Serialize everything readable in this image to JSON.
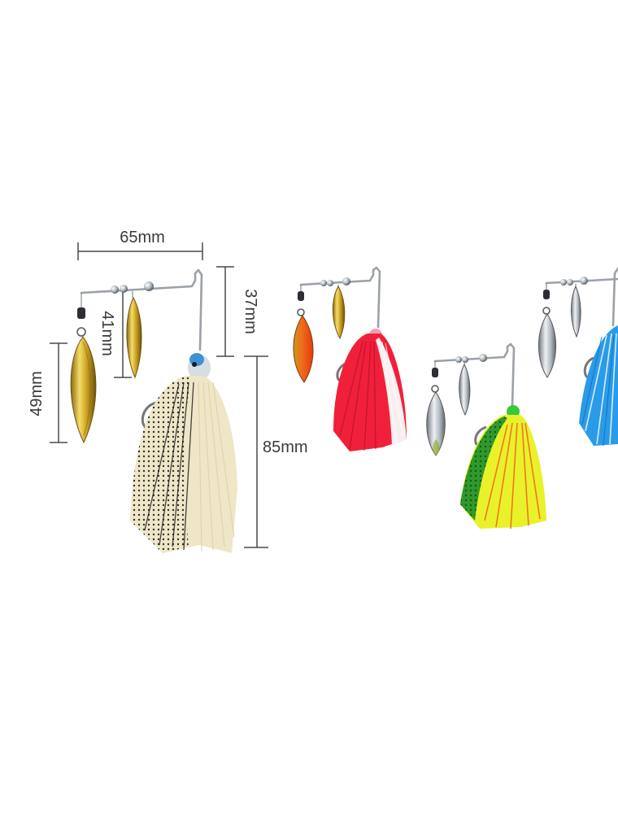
{
  "dimensions": {
    "arm_width": "65mm",
    "upper_arm_height": "37mm",
    "small_blade_length": "41mm",
    "large_blade_length": "49mm",
    "skirt_length": "85mm"
  },
  "colors": {
    "background": "#ffffff",
    "gold_blade": "#d9b22e",
    "silver_blade": "#b9bfc6",
    "orange_blade": "#ee5a1e",
    "skirt_black_white": "#efe6c8",
    "skirt_red_white": "#f0203a",
    "skirt_green_yellow_orange": "#e9f12a",
    "skirt_blue_white": "#2a9be8"
  }
}
